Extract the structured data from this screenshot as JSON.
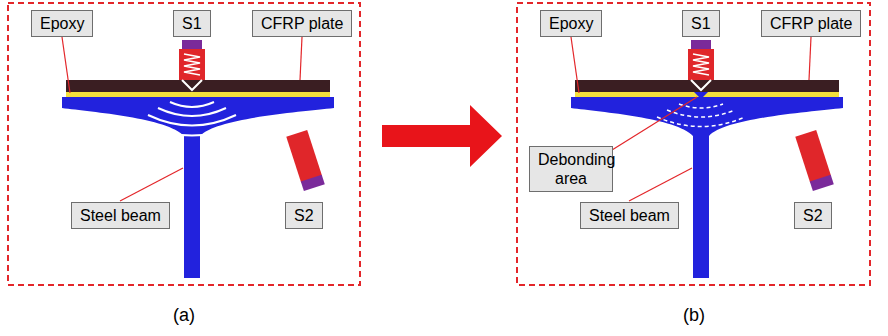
{
  "diagram": {
    "nodes": [
      {
        "text": [
          "Epoxy"
        ]
      },
      {
        "text": [
          "S1"
        ]
      },
      {
        "text": [
          "CFRP plate"
        ]
      },
      {
        "text": [
          "Steel beam"
        ]
      },
      {
        "text": [
          "S2"
        ]
      },
      {
        "text": [
          "Epoxy"
        ]
      },
      {
        "text": [
          "S1"
        ]
      },
      {
        "text": [
          "CFRP plate"
        ]
      },
      {
        "text": [
          "Debonding area"
        ]
      },
      {
        "text": [
          "Steel beam"
        ]
      },
      {
        "text": [
          "S2"
        ]
      }
    ],
    "labels": [
      "(a)",
      "(b)"
    ]
  }
}
